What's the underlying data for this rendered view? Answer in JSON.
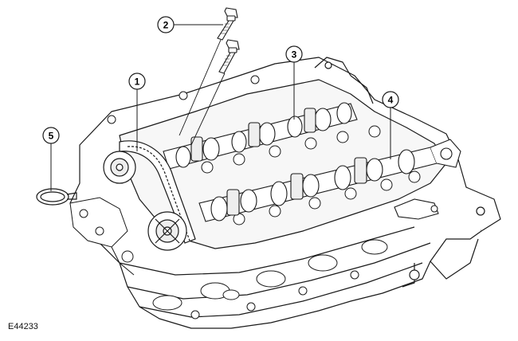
{
  "figure": {
    "id": "E44233"
  },
  "callouts": [
    {
      "label": "1"
    },
    {
      "label": "2"
    },
    {
      "label": "3"
    },
    {
      "label": "4"
    },
    {
      "label": "5"
    }
  ],
  "colors": {
    "line": "#1a1a1a",
    "fill": "#ffffff",
    "shade": "#e6e6e6"
  }
}
